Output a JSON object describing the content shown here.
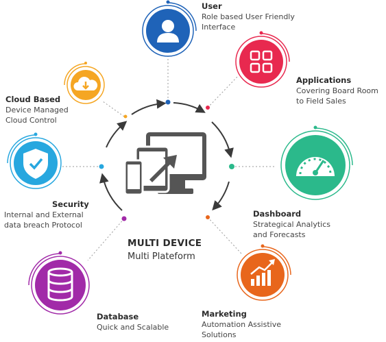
{
  "center": {
    "title": "MULTI DEVICE",
    "subtitle": "Multi Plateform"
  },
  "items": {
    "user": {
      "title": "User",
      "desc": "Role based User Friendly\nInterface",
      "color": "#1f63b8",
      "icon": "user-icon"
    },
    "applications": {
      "title": "Applications",
      "desc": "Covering Board Room\nto Field Sales",
      "color": "#e8294f",
      "icon": "apps-grid-icon"
    },
    "dashboard": {
      "title": "Dashboard",
      "desc": "Strategical Analytics\nand Forecasts",
      "color": "#2bb98b",
      "icon": "gauge-icon"
    },
    "marketing": {
      "title": "Marketing",
      "desc": "Automation Assistive\nSolutions",
      "color": "#e8661c",
      "icon": "chart-growth-icon"
    },
    "database": {
      "title": "Database",
      "desc": "Quick and Scalable",
      "color": "#a12aa8",
      "icon": "database-icon"
    },
    "security": {
      "title": "Security",
      "desc": "Internal and External\ndata breach Protocol",
      "color": "#27a7df",
      "icon": "shield-check-icon"
    },
    "cloud": {
      "title": "Cloud Based",
      "desc": "Device Managed\nCloud Control",
      "color": "#f5a623",
      "icon": "cloud-download-icon"
    }
  },
  "colors": {
    "device": "#555555",
    "arrow": "#3a3a3a",
    "dotted": "#999999"
  }
}
